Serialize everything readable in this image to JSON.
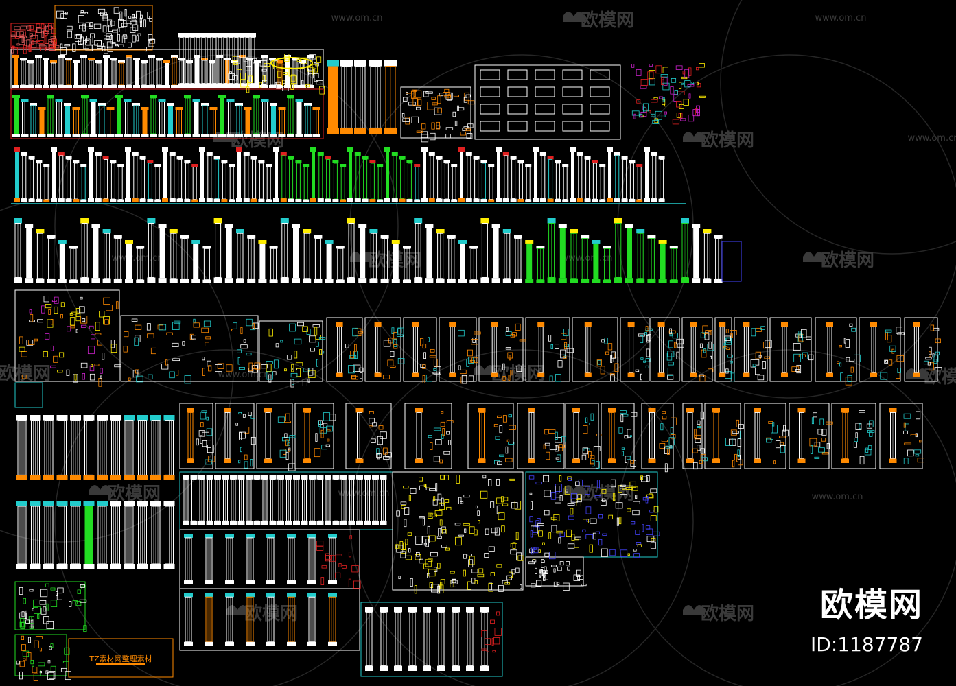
{
  "watermarks": {
    "url_text": "www.om.cn",
    "brand_text": "欧模网"
  },
  "corner_brand": {
    "name": "欧模网",
    "id": "ID:1187787"
  },
  "title_block": {
    "label": "TZ素材网整理素材"
  },
  "colors": {
    "background": "#000000",
    "frame_white": "#ffffff",
    "frame_grey": "#bfbfbf",
    "frame_cyan": "#1aa7a7",
    "frame_orange": "#ff8a00",
    "cad_green": "#22dd22",
    "cad_cyan": "#22cccc",
    "cad_yellow": "#ffee00",
    "cad_red": "#e02020",
    "cad_orange": "#ff8a00",
    "cad_magenta": "#cc22cc",
    "watermark": "#3a3a3a"
  }
}
